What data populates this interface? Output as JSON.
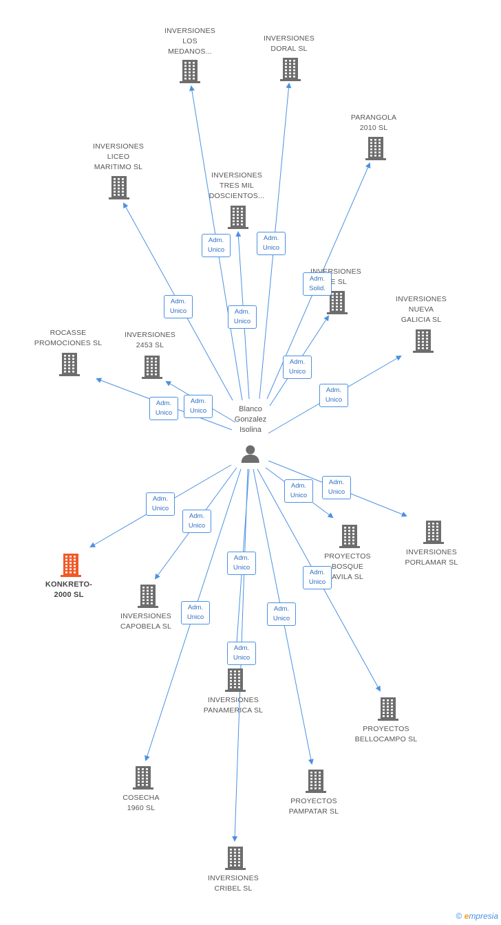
{
  "person": {
    "lines": [
      "Blanco",
      "Gonzalez",
      "Isolina"
    ],
    "icon": "person-icon"
  },
  "companies": [
    {
      "id": "los-medanos",
      "lines": [
        "INVERSIONES",
        "LOS",
        "MEDANOS..."
      ]
    },
    {
      "id": "doral",
      "lines": [
        "INVERSIONES",
        "DORAL SL"
      ]
    },
    {
      "id": "parangola",
      "lines": [
        "PARANGOLA",
        "2010 SL"
      ]
    },
    {
      "id": "liceo",
      "lines": [
        "INVERSIONES",
        "LICEO",
        "MARITIMO SL"
      ]
    },
    {
      "id": "tres-mil",
      "lines": [
        "INVERSIONES",
        "TRES MIL",
        "DOSCIENTOS..."
      ]
    },
    {
      "id": "ge",
      "lines": [
        "INVERSIONES",
        "GE SL"
      ]
    },
    {
      "id": "nueva-galicia",
      "lines": [
        "INVERSIONES",
        "NUEVA",
        "GALICIA SL"
      ]
    },
    {
      "id": "rocasse",
      "lines": [
        "ROCASSE",
        "PROMOCIONES SL"
      ]
    },
    {
      "id": "2453",
      "lines": [
        "INVERSIONES",
        "2453 SL"
      ]
    },
    {
      "id": "konkreto",
      "lines": [
        "KONKRETO-",
        "2000 SL"
      ],
      "highlight": true
    },
    {
      "id": "capobela",
      "lines": [
        "INVERSIONES",
        "CAPOBELA SL"
      ]
    },
    {
      "id": "bosque",
      "lines": [
        "PROYECTOS",
        "BOSQUE",
        "AVILA SL"
      ]
    },
    {
      "id": "porlamar",
      "lines": [
        "INVERSIONES",
        "PORLAMAR SL"
      ]
    },
    {
      "id": "panamerica",
      "lines": [
        "INVERSIONES",
        "PANAMERICA SL"
      ]
    },
    {
      "id": "bellocampo",
      "lines": [
        "PROYECTOS",
        "BELLOCAMPO SL"
      ]
    },
    {
      "id": "cosecha",
      "lines": [
        "COSECHA",
        "1960 SL"
      ]
    },
    {
      "id": "pampatar",
      "lines": [
        "PROYECTOS",
        "PAMPATAR SL"
      ]
    },
    {
      "id": "cribel",
      "lines": [
        "INVERSIONES",
        "CRIBEL SL"
      ]
    }
  ],
  "relations": [
    {
      "to": "los-medanos",
      "lines": [
        "Adm.",
        "Unico"
      ]
    },
    {
      "to": "doral",
      "lines": [
        "Adm.",
        "Unico"
      ]
    },
    {
      "to": "tres-mil",
      "lines": [
        "Adm.",
        "Unico"
      ]
    },
    {
      "to": "parangola",
      "lines": [
        "Adm.",
        "Solid."
      ]
    },
    {
      "to": "liceo",
      "lines": [
        "Adm.",
        "Unico"
      ]
    },
    {
      "to": "ge",
      "lines": [
        "Adm.",
        "Unico"
      ]
    },
    {
      "to": "nueva-galicia",
      "lines": [
        "Adm.",
        "Unico"
      ]
    },
    {
      "to": "rocasse",
      "lines": [
        "Adm.",
        "Unico"
      ]
    },
    {
      "to": "2453",
      "lines": [
        "Adm.",
        "Unico"
      ]
    },
    {
      "to": "konkreto",
      "lines": [
        "Adm.",
        "Unico"
      ]
    },
    {
      "to": "capobela",
      "lines": [
        "Adm.",
        "Unico"
      ]
    },
    {
      "to": "bosque",
      "lines": [
        "Adm.",
        "Unico"
      ]
    },
    {
      "to": "porlamar",
      "lines": [
        "Adm.",
        "Unico"
      ]
    },
    {
      "to": "panamerica",
      "lines": [
        "Adm.",
        "Unico"
      ]
    },
    {
      "to": "bellocampo",
      "lines": [
        "Adm.",
        "Unico"
      ]
    },
    {
      "to": "cosecha",
      "lines": [
        "Adm.",
        "Unico"
      ]
    },
    {
      "to": "pampatar",
      "lines": [
        "Adm.",
        "Unico"
      ]
    },
    {
      "to": "cribel",
      "lines": [
        "Adm.",
        "Unico"
      ]
    }
  ],
  "colors": {
    "edge": "#4a90e2",
    "building": "#6d6d6d",
    "highlight": "#f05a28",
    "label": "#555555"
  },
  "footer": {
    "copyright": "©",
    "brand_e": "e",
    "brand_rest": "mpresia"
  }
}
